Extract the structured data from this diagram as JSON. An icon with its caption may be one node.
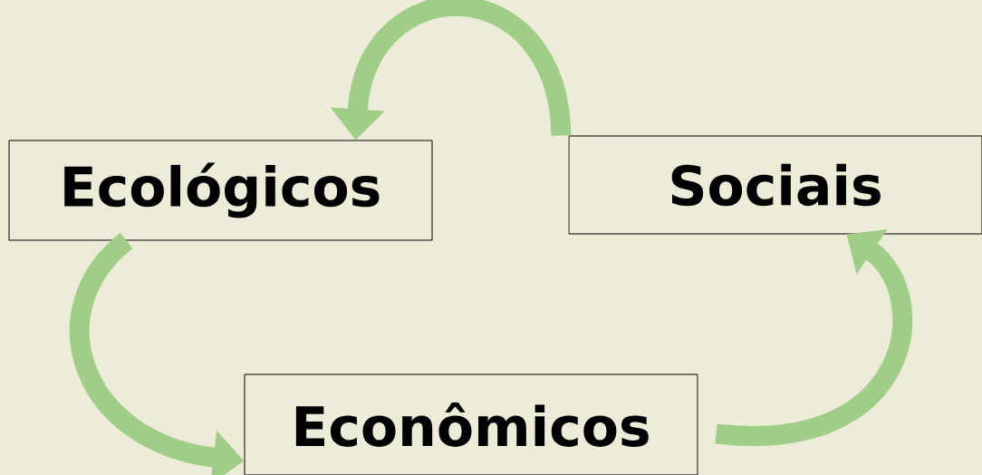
{
  "diagram": {
    "nodes": [
      {
        "text": [
          "Ecológicos"
        ]
      },
      {
        "text": [
          "Sociais"
        ]
      },
      {
        "text": [
          "Econômicos"
        ]
      }
    ],
    "edges": [
      {
        "from": 1,
        "to": 0,
        "arrow": "to"
      },
      {
        "from": 0,
        "to": 2,
        "arrow": "to"
      },
      {
        "from": 2,
        "to": 1,
        "arrow": "to"
      }
    ]
  }
}
